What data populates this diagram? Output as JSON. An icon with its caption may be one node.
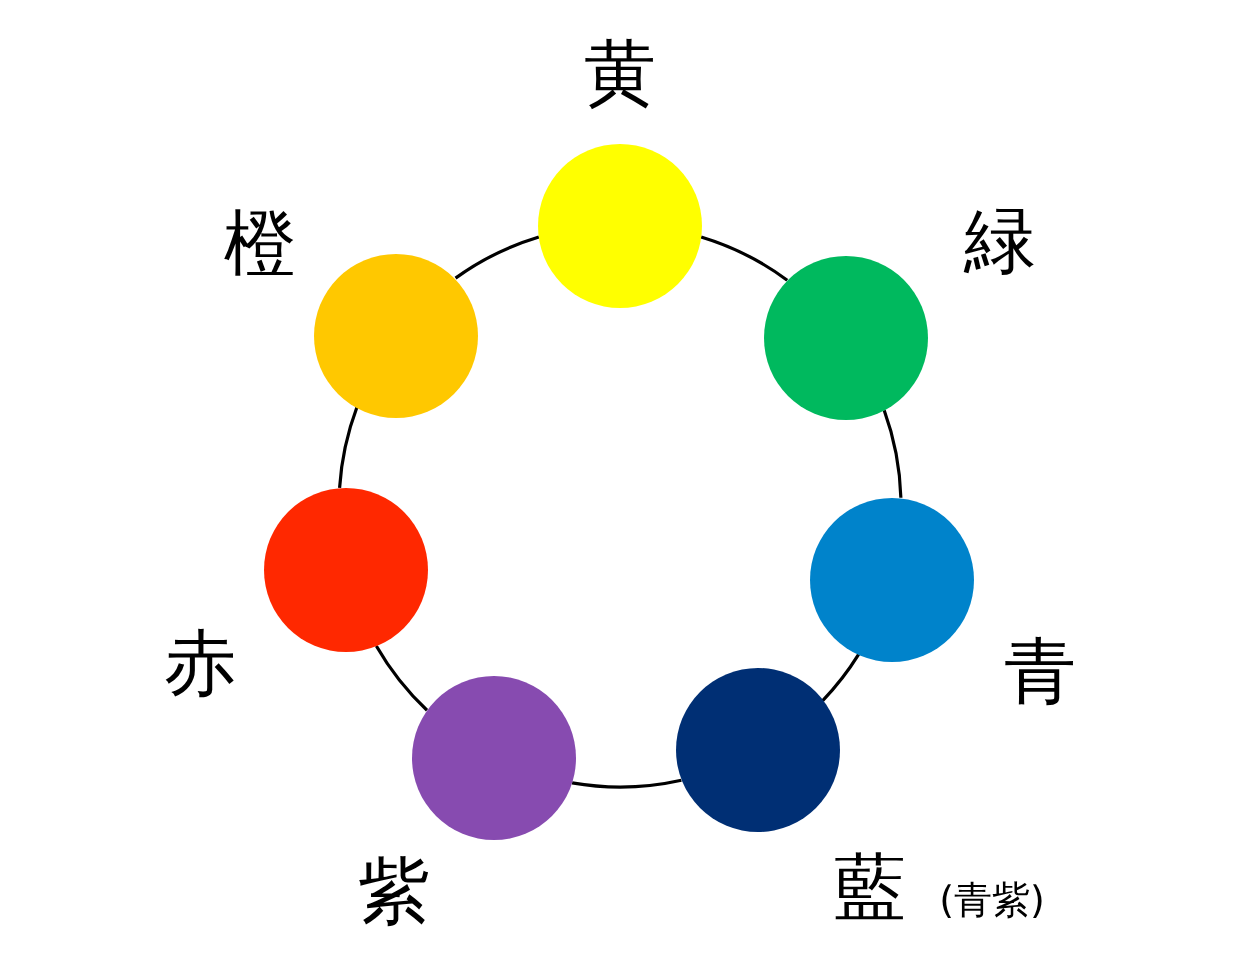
{
  "diagram": {
    "nodes": [
      {
        "text": [],
        "shape": "circle",
        "beside": [
          "赤"
        ]
      },
      {
        "text": [],
        "shape": "circle",
        "beside": [
          "橙"
        ]
      },
      {
        "text": [],
        "shape": "circle",
        "beside": [
          "黄"
        ]
      },
      {
        "text": [],
        "shape": "circle",
        "beside": [
          "緑"
        ]
      },
      {
        "text": [],
        "shape": "circle",
        "beside": [
          "青"
        ]
      },
      {
        "text": [],
        "shape": "circle",
        "beside": [
          "藍",
          "(青紫)"
        ]
      },
      {
        "text": [],
        "shape": "circle",
        "beside": [
          "紫"
        ]
      }
    ],
    "edges": [
      {
        "from": 0,
        "to": 1,
        "arrow": "none"
      },
      {
        "from": 1,
        "to": 2,
        "arrow": "none"
      },
      {
        "from": 2,
        "to": 3,
        "arrow": "none"
      },
      {
        "from": 3,
        "to": 4,
        "arrow": "none"
      },
      {
        "from": 4,
        "to": 5,
        "arrow": "none"
      },
      {
        "from": 5,
        "to": 6,
        "arrow": "none"
      },
      {
        "from": 6,
        "to": 0,
        "arrow": "none"
      }
    ]
  }
}
